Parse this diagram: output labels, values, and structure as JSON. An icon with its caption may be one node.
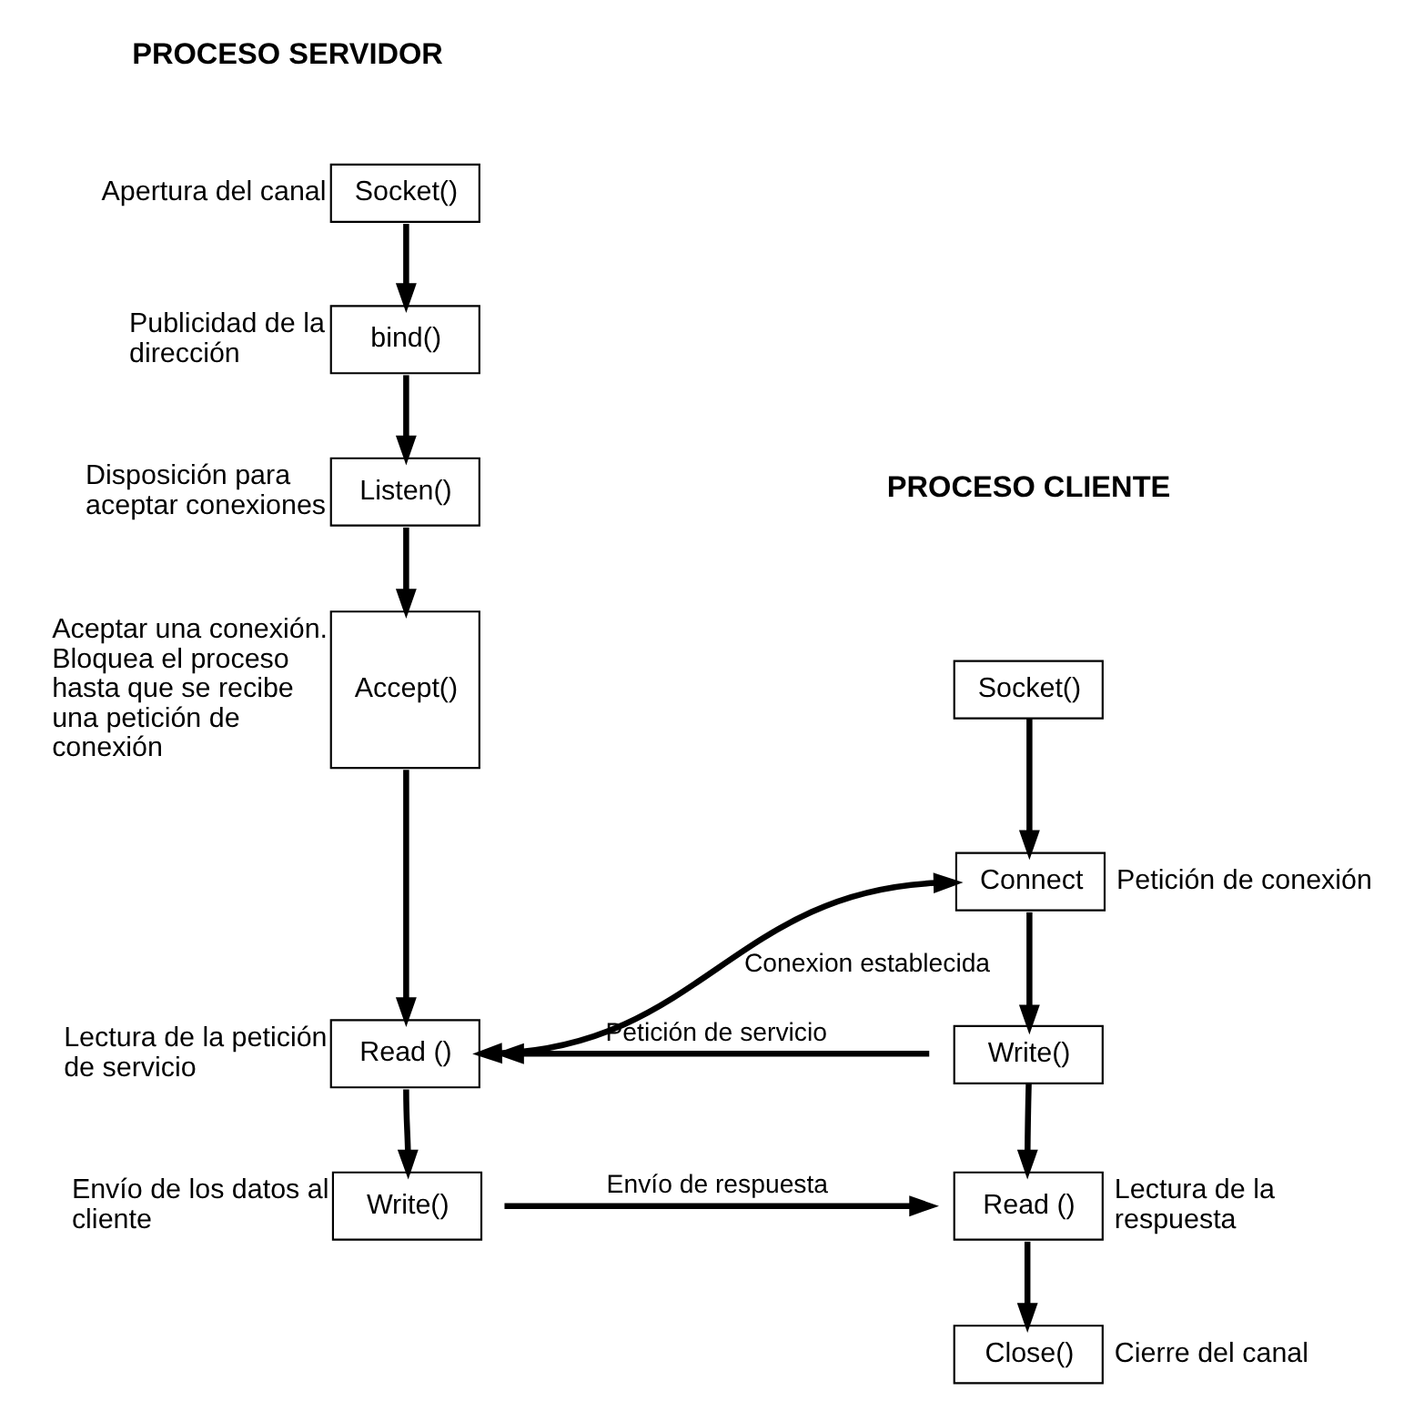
{
  "diagram": {
    "nodes": [
      {
        "text": [
          "Socket()"
        ],
        "beside": [
          "Apertura del canal"
        ]
      },
      {
        "text": [
          "bind()"
        ],
        "beside": [
          "Publicidad de la dirección"
        ]
      },
      {
        "text": [
          "Listen()"
        ],
        "beside": [
          "Disposición para aceptar conexiones"
        ]
      },
      {
        "text": [
          "Accept()"
        ],
        "beside": [
          "Aceptar una conexión. Bloquea el proceso hasta que se recibe una petición de conexión"
        ]
      },
      {
        "text": [
          "Read ()"
        ],
        "beside": [
          "Lectura de la petición de servicio"
        ]
      },
      {
        "text": [
          "Write()"
        ],
        "beside": [
          "Envío de los datos al cliente"
        ]
      },
      {
        "text": [
          "Socket()"
        ]
      },
      {
        "text": [
          "Connect"
        ],
        "beside": [
          "Petición de conexión"
        ]
      },
      {
        "text": [
          "Write()"
        ]
      },
      {
        "text": [
          "Read ()"
        ],
        "beside": [
          "Lectura de la respuesta"
        ]
      },
      {
        "text": [
          "Close()"
        ],
        "beside": [
          "Cierre del canal"
        ]
      }
    ],
    "edges": [
      {
        "from": 0,
        "to": 1,
        "arrow": "to"
      },
      {
        "from": 1,
        "to": 2,
        "arrow": "to"
      },
      {
        "from": 2,
        "to": 3,
        "arrow": "to"
      },
      {
        "from": 3,
        "to": 4,
        "arrow": "to"
      },
      {
        "from": 4,
        "to": 5,
        "arrow": "to"
      },
      {
        "from": 6,
        "to": 7,
        "arrow": "to"
      },
      {
        "from": 7,
        "to": 4,
        "arrow": "both",
        "label": "Conexion establecida"
      },
      {
        "from": 7,
        "to": 8,
        "arrow": "to"
      },
      {
        "from": 8,
        "to": 4,
        "arrow": "to",
        "label": "Petición de servicio"
      },
      {
        "from": 8,
        "to": 9,
        "arrow": "to"
      },
      {
        "from": 5,
        "to": 9,
        "arrow": "to",
        "label": "Envío de respuesta"
      },
      {
        "from": 9,
        "to": 10,
        "arrow": "to"
      }
    ],
    "labels": [
      "PROCESO SERVIDOR",
      "PROCESO CLIENTE"
    ]
  }
}
